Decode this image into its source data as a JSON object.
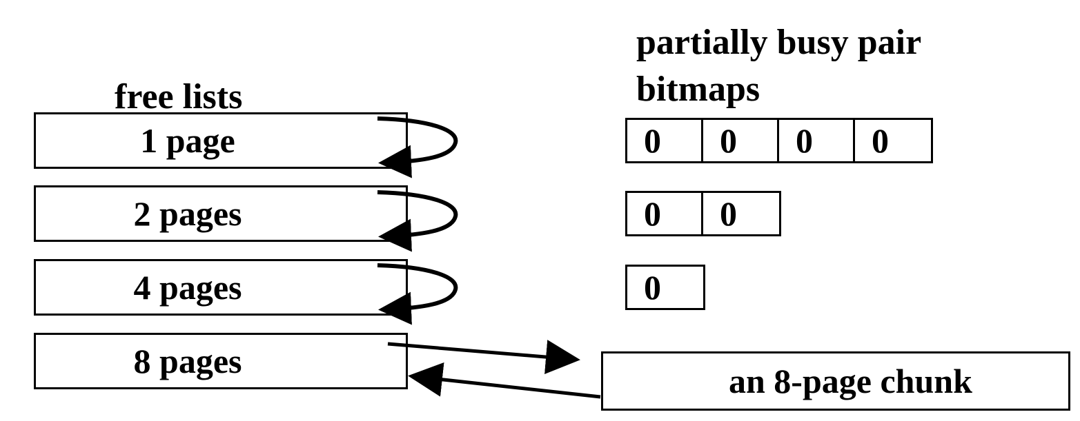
{
  "free_lists": {
    "title": "free lists",
    "items": [
      "1 page",
      "2 pages",
      "4 pages",
      "8 pages"
    ]
  },
  "bitmaps": {
    "title_lines": [
      "partially busy pair",
      "bitmaps"
    ],
    "rows": [
      [
        "0",
        "0",
        "0",
        "0"
      ],
      [
        "0",
        "0"
      ],
      [
        "0"
      ]
    ]
  },
  "chunk": {
    "label": "an 8-page chunk"
  }
}
